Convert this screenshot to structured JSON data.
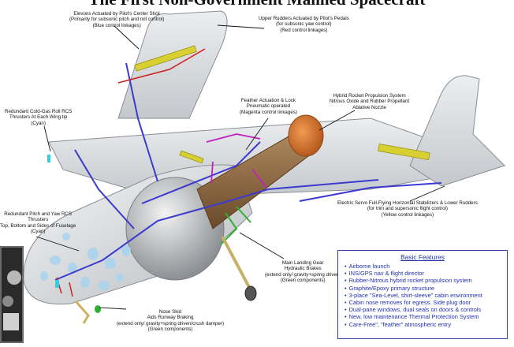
{
  "title": "The First Non-Government Manned Spacecraft",
  "labels": {
    "elevons": [
      "Elevons Actuated by Pilot's Center Stick",
      "(Primarily for subsonic pitch and roll control)",
      "(Blue control linkages)"
    ],
    "upper_rudders": [
      "Upper Rudders Actuated by Pilot's Pedals",
      "(for subsonic yaw control)",
      "(Red control linkages)"
    ],
    "roll_rcs": [
      "Redundant Cold-Gas Roll RCS",
      "Thrusters At Each Wing tip",
      "(Cyan)"
    ],
    "feather": [
      "Feather Actuation & Lock",
      "Pneumatic operated",
      "(Magenta control linkages)"
    ],
    "propulsion": [
      "Hybrid Rocket Propulsion System",
      "Nitrous Oxide and Rubber Propellant",
      "Ablative Nozzle"
    ],
    "pitch_yaw_rcs": [
      "Redundant Pitch and Yaw RCS",
      "Thrusters",
      "Top, Bottom and Sides of Fuselage",
      "(Cyan)"
    ],
    "stabilizers": [
      "Electric Servo Full-Flying Horizontal Stabilizers & Lower Rudders",
      "(for trim and supersonic flight control)",
      "(Yellow control linkages)"
    ],
    "landing_gear": [
      "Main Landing Gear",
      "Hydraulic Brakes",
      "(extend only/ gravity+spring driven)",
      "(Green components)"
    ],
    "nose_skid": [
      "Nose Skid",
      "Aids Runway Braking",
      "(extend only/ gravity+spring driven/crush damper)",
      "(Green components)"
    ]
  },
  "features": {
    "heading": "Basic Features",
    "items": [
      "Airborne launch",
      "INS/GPS nav & flight director",
      "Rubber-Nitrous hybrid rocket propulsion system",
      "Graphite/Epoxy primary structure",
      "3-place \"Sea-Level, shirt-sleeve\" cabin environment",
      "Cabin nose removes for egress. Side plug door",
      "Dual-pane windows, dual seals on doors & controls",
      "New, low maintenance Thermal Protection System",
      "Care-Free\", \"feather\" atmospheric entry"
    ]
  },
  "colors": {
    "blue_linkage": "#3a3ad0",
    "red_linkage": "#d02020",
    "magenta_linkage": "#c020c0",
    "yellow_linkage": "#d8d030",
    "green_components": "#30b030",
    "cyan_thrusters": "#30d0e0",
    "features_text": "#2030b0",
    "nozzle": "#d07030"
  }
}
